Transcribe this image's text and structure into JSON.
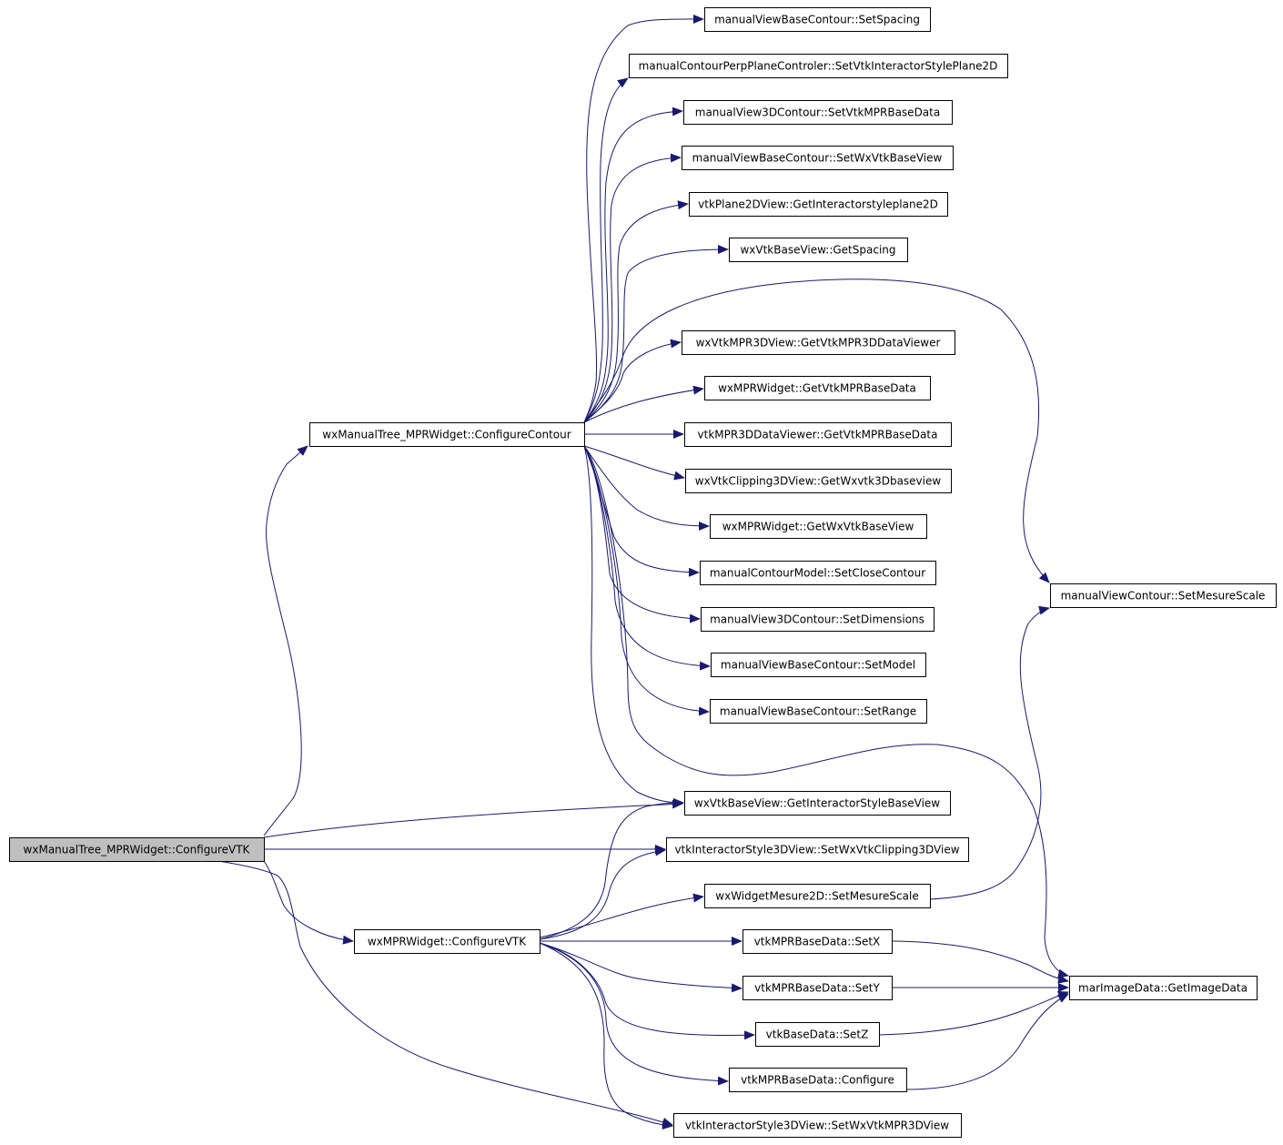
{
  "diagram": {
    "type": "call-graph",
    "colors": {
      "edge": "#191970",
      "root_fill": "#bfbfbf",
      "node_fill": "#ffffff",
      "node_border": "#000000"
    },
    "nodes": [
      {
        "id": "root",
        "label": "wxManualTree_MPRWidget::ConfigureVTK",
        "highlighted": true
      },
      {
        "id": "cc",
        "label": "wxManualTree_MPRWidget::ConfigureContour"
      },
      {
        "id": "mcv",
        "label": "wxMPRWidget::ConfigureVTK"
      },
      {
        "id": "n1",
        "label": "manualViewBaseContour::SetSpacing"
      },
      {
        "id": "n2",
        "label": "manualContourPerpPlaneControler::SetVtkInteractorStylePlane2D"
      },
      {
        "id": "n3",
        "label": "manualView3DContour::SetVtkMPRBaseData"
      },
      {
        "id": "n4",
        "label": "manualViewBaseContour::SetWxVtkBaseView"
      },
      {
        "id": "n5",
        "label": "vtkPlane2DView::GetInteractorstyleplane2D"
      },
      {
        "id": "n6",
        "label": "wxVtkBaseView::GetSpacing"
      },
      {
        "id": "n7",
        "label": "wxVtkMPR3DView::GetVtkMPR3DDataViewer"
      },
      {
        "id": "n8",
        "label": "wxMPRWidget::GetVtkMPRBaseData"
      },
      {
        "id": "n9",
        "label": "vtkMPR3DDataViewer::GetVtkMPRBaseData"
      },
      {
        "id": "n10",
        "label": "wxVtkClipping3DView::GetWxvtk3Dbaseview"
      },
      {
        "id": "n11",
        "label": "wxMPRWidget::GetWxVtkBaseView"
      },
      {
        "id": "n12",
        "label": "manualContourModel::SetCloseContour"
      },
      {
        "id": "n13",
        "label": "manualView3DContour::SetDimensions"
      },
      {
        "id": "n14",
        "label": "manualViewBaseContour::SetModel"
      },
      {
        "id": "n15",
        "label": "manualViewBaseContour::SetRange"
      },
      {
        "id": "n16",
        "label": "wxVtkBaseView::GetInteractorStyleBaseView"
      },
      {
        "id": "n17",
        "label": "vtkInteractorStyle3DView::SetWxVtkClipping3DView"
      },
      {
        "id": "n18",
        "label": "wxWidgetMesure2D::SetMesureScale"
      },
      {
        "id": "n19",
        "label": "vtkMPRBaseData::SetX"
      },
      {
        "id": "n20",
        "label": "vtkMPRBaseData::SetY"
      },
      {
        "id": "n21",
        "label": "vtkBaseData::SetZ"
      },
      {
        "id": "n22",
        "label": "vtkMPRBaseData::Configure"
      },
      {
        "id": "n23",
        "label": "vtkInteractorStyle3DView::SetWxVtkMPR3DView"
      },
      {
        "id": "mvc",
        "label": "manualViewContour::SetMesureScale"
      },
      {
        "id": "mid",
        "label": "marImageData::GetImageData"
      }
    ],
    "edges": [
      {
        "from": "root",
        "to": "cc"
      },
      {
        "from": "root",
        "to": "mcv"
      },
      {
        "from": "root",
        "to": "n16"
      },
      {
        "from": "root",
        "to": "n17"
      },
      {
        "from": "root",
        "to": "n23"
      },
      {
        "from": "cc",
        "to": "n1"
      },
      {
        "from": "cc",
        "to": "n2"
      },
      {
        "from": "cc",
        "to": "n3"
      },
      {
        "from": "cc",
        "to": "n4"
      },
      {
        "from": "cc",
        "to": "n5"
      },
      {
        "from": "cc",
        "to": "n6"
      },
      {
        "from": "cc",
        "to": "n7"
      },
      {
        "from": "cc",
        "to": "n8"
      },
      {
        "from": "cc",
        "to": "n9"
      },
      {
        "from": "cc",
        "to": "n10"
      },
      {
        "from": "cc",
        "to": "n11"
      },
      {
        "from": "cc",
        "to": "n12"
      },
      {
        "from": "cc",
        "to": "n13"
      },
      {
        "from": "cc",
        "to": "n14"
      },
      {
        "from": "cc",
        "to": "n15"
      },
      {
        "from": "cc",
        "to": "n16"
      },
      {
        "from": "cc",
        "to": "mvc"
      },
      {
        "from": "cc",
        "to": "mid"
      },
      {
        "from": "mcv",
        "to": "n16"
      },
      {
        "from": "mcv",
        "to": "n17"
      },
      {
        "from": "mcv",
        "to": "n18"
      },
      {
        "from": "mcv",
        "to": "n19"
      },
      {
        "from": "mcv",
        "to": "n20"
      },
      {
        "from": "mcv",
        "to": "n21"
      },
      {
        "from": "mcv",
        "to": "n22"
      },
      {
        "from": "mcv",
        "to": "n23"
      },
      {
        "from": "n18",
        "to": "mvc"
      },
      {
        "from": "n19",
        "to": "mid"
      },
      {
        "from": "n20",
        "to": "mid"
      },
      {
        "from": "n21",
        "to": "mid"
      },
      {
        "from": "n22",
        "to": "mid"
      }
    ]
  }
}
